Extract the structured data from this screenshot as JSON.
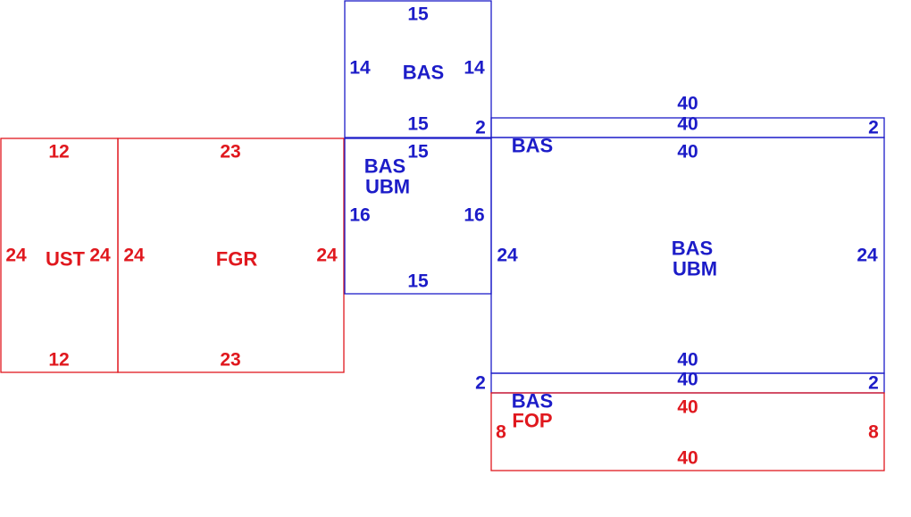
{
  "colors": {
    "blue": "#1c1cc8",
    "red": "#e0181e",
    "background": "#ffffff"
  },
  "areas": [
    {
      "id": "ust",
      "color": "red",
      "labels": [
        "UST"
      ],
      "dims": {
        "top": "12",
        "bottom": "12",
        "left": "24",
        "right": "24"
      }
    },
    {
      "id": "fgr",
      "color": "red",
      "labels": [
        "FGR"
      ],
      "dims": {
        "top": "23",
        "bottom": "23",
        "left": "24",
        "right": "24"
      }
    },
    {
      "id": "bas-upper",
      "color": "blue",
      "labels": [
        "BAS"
      ],
      "dims": {
        "top": "15",
        "bottom": "15",
        "left": "14",
        "right": "14"
      }
    },
    {
      "id": "bas-ubm-small",
      "color": "blue",
      "labels": [
        "BAS",
        "UBM"
      ],
      "dims": {
        "top": "15",
        "bottom": "15",
        "left": "16",
        "right": "16"
      }
    },
    {
      "id": "bas-strip-top",
      "color": "blue",
      "labels": [],
      "dims": {
        "top": "40",
        "bottom": "40",
        "left": "2",
        "right": "2"
      }
    },
    {
      "id": "bas-ubm-large",
      "color": "blue",
      "labels": [
        "BAS",
        "BAS",
        "UBM"
      ],
      "dims": {
        "top": "40",
        "bottom": "40",
        "left": "24",
        "right": "24"
      }
    },
    {
      "id": "bas-strip-bottom",
      "color": "blue",
      "labels": [],
      "dims": {
        "top": "40",
        "left": "2",
        "right": "2"
      }
    },
    {
      "id": "bas-fop",
      "color": "red",
      "labels": [
        "BAS",
        "FOP"
      ],
      "label_colors": [
        "blue",
        "red"
      ],
      "dims": {
        "top": "40",
        "bottom": "40",
        "left": "8",
        "right": "8"
      }
    }
  ]
}
